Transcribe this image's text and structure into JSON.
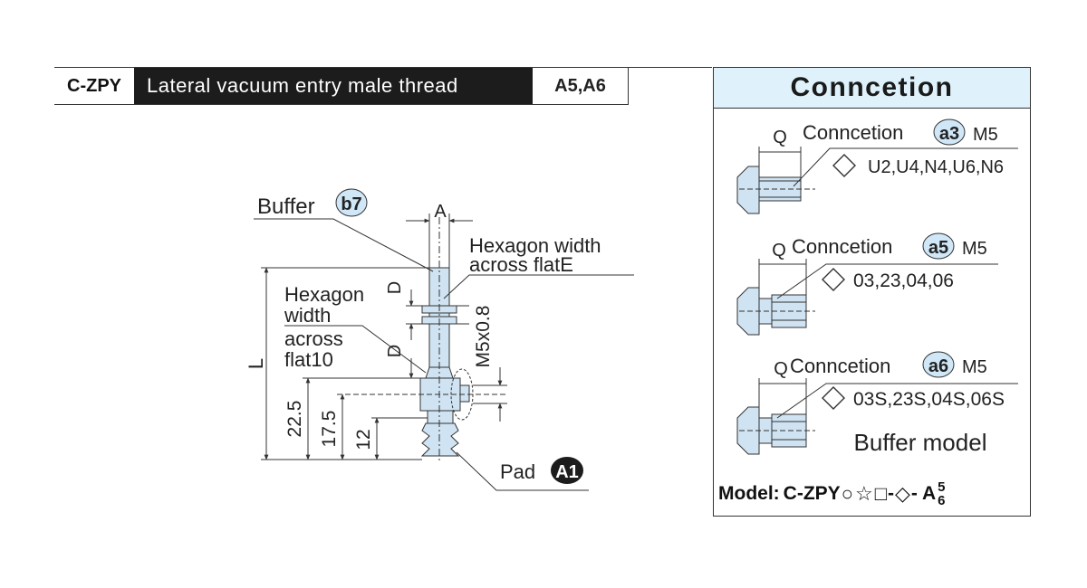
{
  "header": {
    "code": "C-ZPY",
    "title": "Lateral vacuum entry male thread",
    "variant": "A5,A6"
  },
  "diagram": {
    "buffer_label": "Buffer",
    "buffer_code": "b7",
    "dim_a": "A",
    "hex_e_line1": "Hexagon width",
    "hex_e_line2": "across flatE",
    "hex10_line1": "Hexagon",
    "hex10_line2": "width",
    "hex10_line3": "across",
    "hex10_line4": "flat10",
    "dim_d_upper": "D",
    "dim_d_lower": "D",
    "dim_l": "L",
    "thread": "M5x0.8",
    "dim_22_5": "22.5",
    "dim_17_5": "17.5",
    "dim_12": "12",
    "pad_label": "Pad",
    "pad_code": "A1"
  },
  "panel": {
    "title": "Conncetion",
    "items": [
      {
        "q": "Q",
        "label": "Conncetion",
        "code": "a3",
        "thread": "M5",
        "sizes": "U2,U4,N4,U6,N6"
      },
      {
        "q": "Q",
        "label": "Conncetion",
        "code": "a5",
        "thread": "M5",
        "sizes": "03,23,04,06"
      },
      {
        "q": "Q",
        "label": "Conncetion",
        "code": "a6",
        "thread": "M5",
        "sizes": "03S,23S,04S,06S"
      }
    ],
    "buffer_model": "Buffer model",
    "model_prefix": "Model:",
    "model_code": "C-ZPY",
    "model_sep1": "-",
    "model_sep2": "- A",
    "model_sup": "5",
    "model_sub": "6"
  },
  "colors": {
    "part_fill": "#cfe3f2",
    "badge_fill": "#cfe7f7",
    "dark": "#1c1c1c",
    "title_bg": "#dff2fb"
  }
}
